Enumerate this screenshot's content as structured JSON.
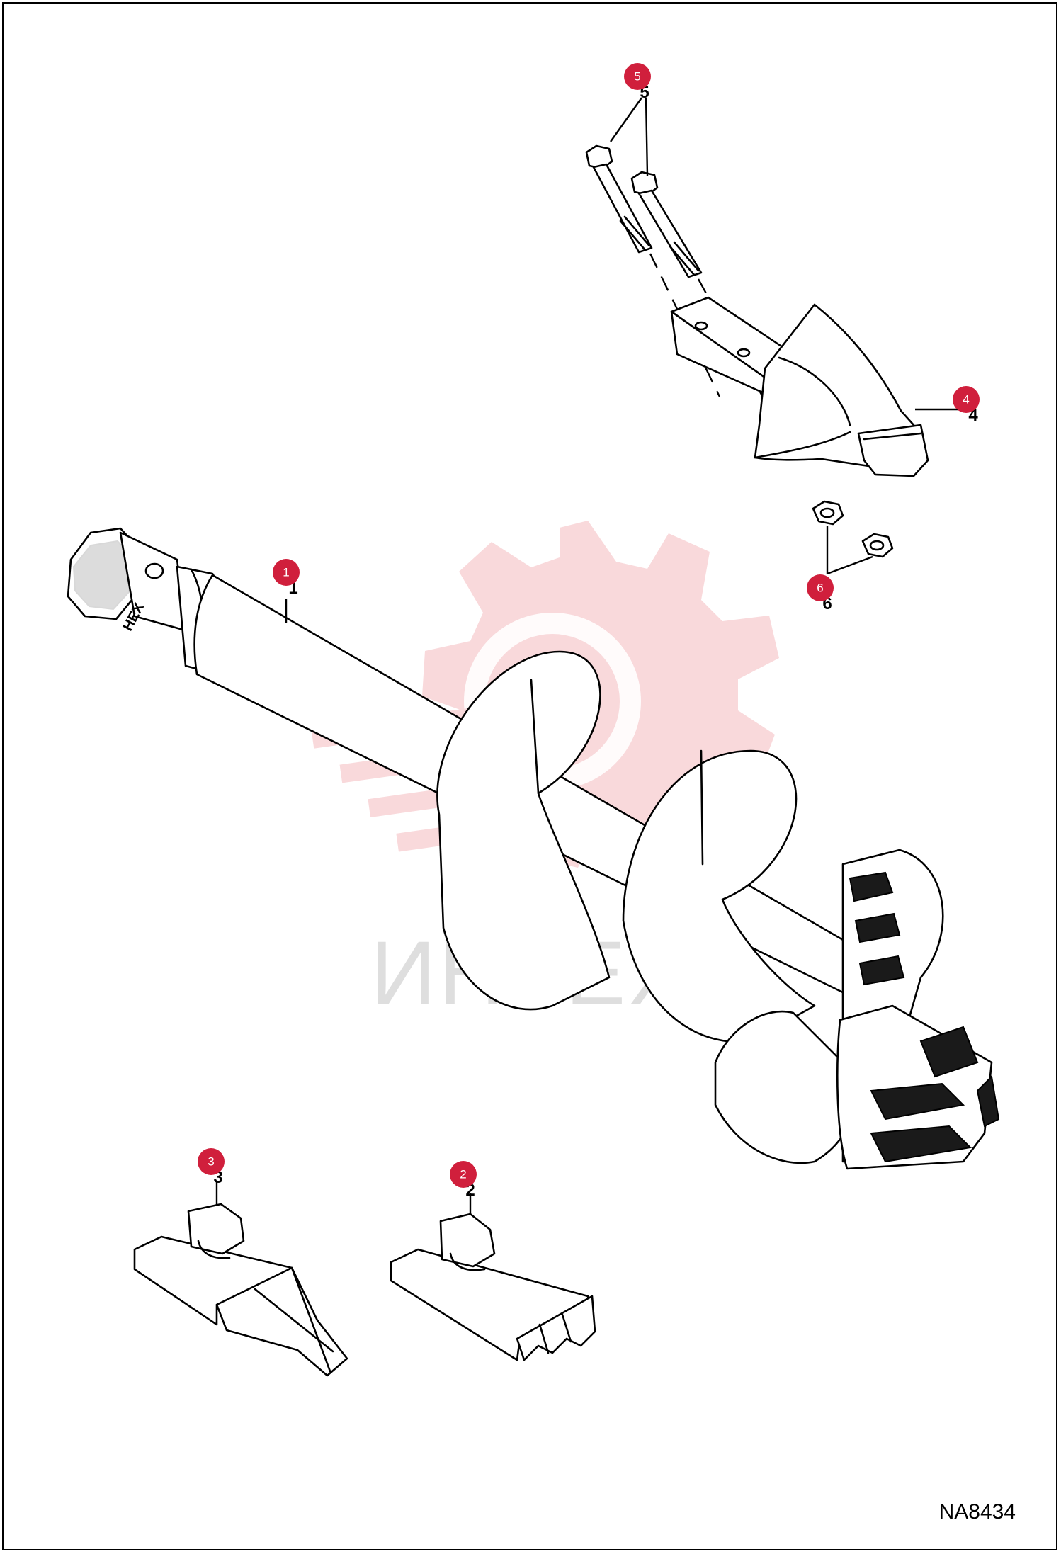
{
  "drawing_code": "NA8434",
  "watermark": {
    "text": "ИНТЕХ",
    "color": "#f6c8cc"
  },
  "hex_label": "HEX",
  "badge_color": "#d01f3c",
  "callouts": [
    {
      "id": "1",
      "part": "auger",
      "label": "1"
    },
    {
      "id": "2",
      "part": "tooth-flat",
      "label": "2"
    },
    {
      "id": "3",
      "part": "tooth-pointed",
      "label": "3"
    },
    {
      "id": "4",
      "part": "pilot-bit",
      "label": "4"
    },
    {
      "id": "5",
      "part": "bolts",
      "label": "5"
    },
    {
      "id": "6",
      "part": "nuts",
      "label": "6"
    }
  ]
}
